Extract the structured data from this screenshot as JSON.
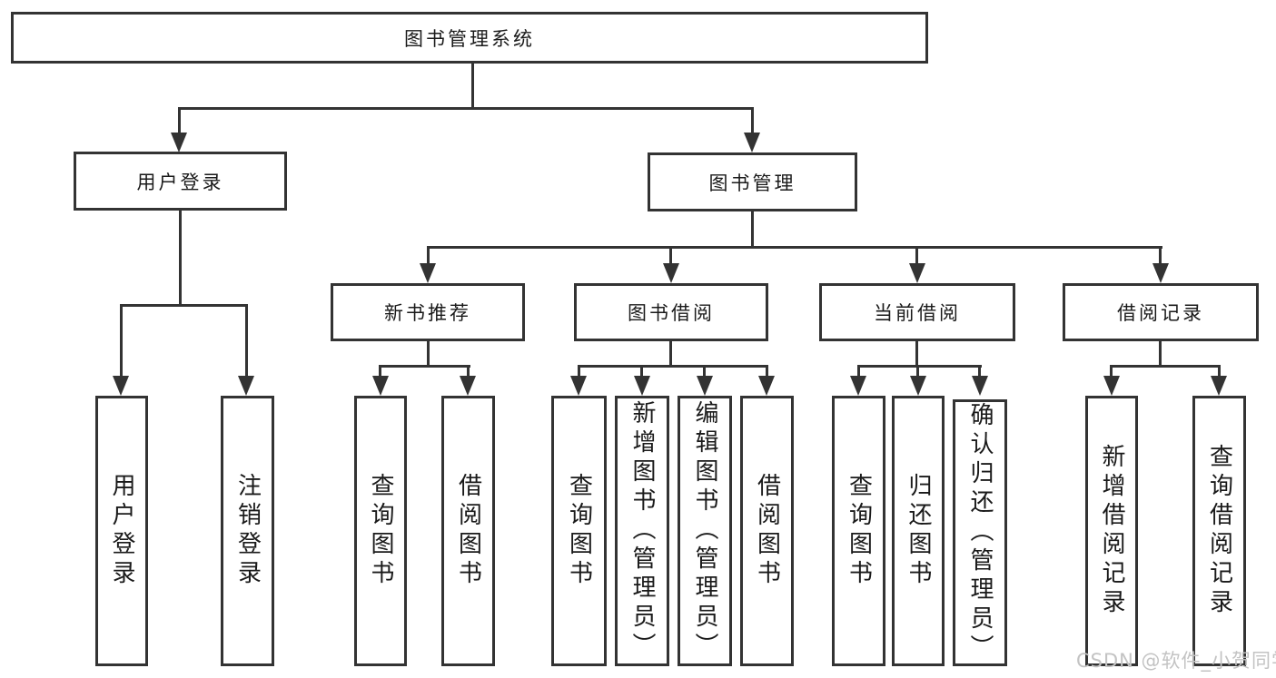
{
  "nodes": {
    "root": "图书管理系统",
    "user_login": "用户登录",
    "book_management": "图书管理",
    "new_book_recommend": "新书推荐",
    "book_borrowing": "图书借阅",
    "current_borrowing": "当前借阅",
    "borrowing_records": "借阅记录",
    "leaf_user_login": "用户登录",
    "leaf_logout": "注销登录",
    "leaf_nr_query_books": "查询图书",
    "leaf_nr_borrow_books": "借阅图书",
    "leaf_bb_query_books": "查询图书",
    "leaf_bb_add_books_admin": "新增图书（管理员）",
    "leaf_bb_edit_books_admin": "编辑图书（管理员）",
    "leaf_bb_borrow_books": "借阅图书",
    "leaf_cb_query_books": "查询图书",
    "leaf_cb_return_books": "归还图书",
    "leaf_cb_confirm_return_admin": "确认归还（管理员）",
    "leaf_br_add_record": "新增借阅记录",
    "leaf_br_query_record": "查询借阅记录"
  },
  "watermark": "CSDN @软件_小贺同学",
  "colors": {
    "line": "#333333",
    "text": "#1a1a1a",
    "watermark": "#c3c3c3",
    "background": "#ffffff"
  }
}
